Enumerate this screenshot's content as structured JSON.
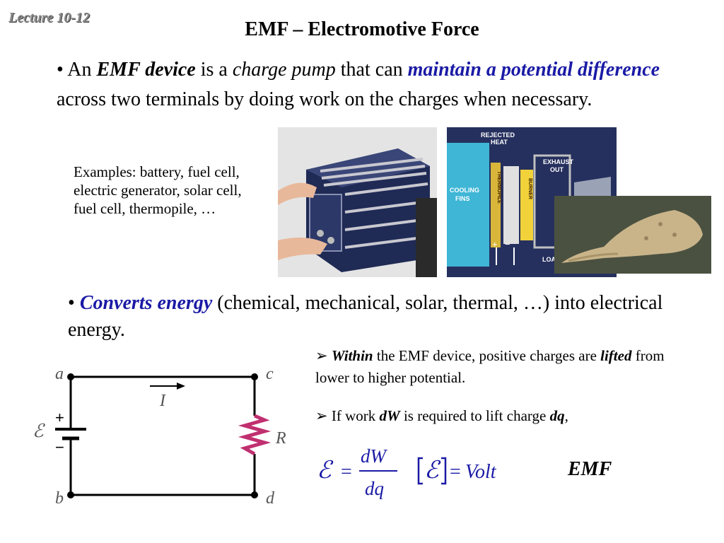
{
  "header": {
    "lecture": "Lecture 10-12",
    "title": "EMF – Electromotive Force"
  },
  "bullet1": {
    "bullet": "• ",
    "p1": "An ",
    "emf_device": "EMF device",
    "p2": " is a ",
    "charge_pump": "charge pump",
    "p3": " that can ",
    "maintain": "maintain a potential difference",
    "p4": " across two terminals by doing work on the charges when necessary."
  },
  "examples": "Examples: battery, fuel cell, electric generator, solar cell, fuel cell, thermopile, …",
  "thermopile_diagram": {
    "rejected_heat": [
      "REJECTED",
      "HEAT"
    ],
    "cooling_fins": [
      "COOLING",
      "FINS"
    ],
    "thermopile": "THERMOPILE",
    "burner": "BURNER",
    "exhaust_out": [
      "EXHAUST",
      "OUT"
    ],
    "load": "LOA",
    "plus": "+",
    "minus": "−"
  },
  "bullet2": {
    "bullet": "• ",
    "converts": "Converts energy",
    "p1": " (chemical, mechanical, solar, thermal, …) into electrical energy."
  },
  "within": {
    "arrow": "➢ ",
    "within": "Within",
    "p1": " the EMF device, positive charges are ",
    "lifted": "lifted",
    "p2": " from lower to higher potential."
  },
  "work": {
    "arrow": "➢ ",
    "p1": "If work ",
    "dW": "dW",
    "p2": " is required to lift charge ",
    "dq": "dq",
    "p3": ","
  },
  "formula": {
    "lhs": "ℰ",
    "eq": "=",
    "num": "dW",
    "den": "dq",
    "bracket_sym": "ℰ",
    "eq2": "=",
    "unit": "Volt"
  },
  "emf_label": "EMF",
  "circuit": {
    "a": "a",
    "b": "b",
    "c": "c",
    "d": "d",
    "current": "I",
    "resistor": "R",
    "emf": "ℰ",
    "plus": "+",
    "minus": "−"
  },
  "colors": {
    "accent_blue": "#1a1aa6",
    "resistor_red": "#c03070",
    "lecture_gray": "#8a8a8a"
  }
}
